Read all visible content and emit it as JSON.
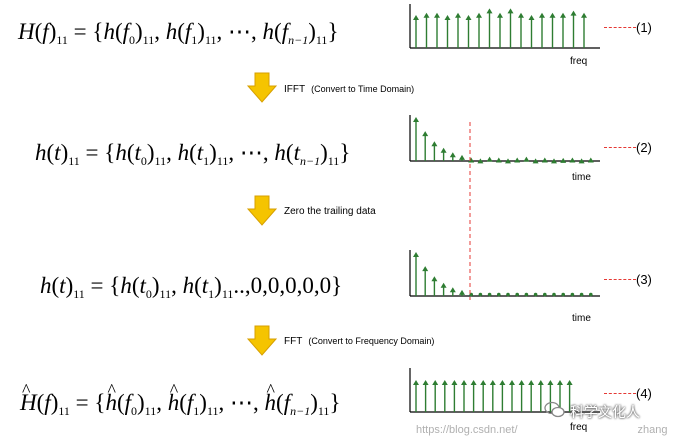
{
  "equations": {
    "eq1": {
      "lhs": "H",
      "lhs_arg": "f",
      "sub": "11",
      "elements": [
        {
          "fn": "h",
          "arg": "f",
          "arg_sub": "0"
        },
        {
          "fn": "h",
          "arg": "f",
          "arg_sub": "1"
        },
        {
          "fn": "h",
          "arg": "f",
          "arg_sub": "n−1"
        }
      ],
      "ellipsis": "⋯"
    },
    "eq2": {
      "lhs": "h",
      "lhs_arg": "t",
      "sub": "11",
      "elements": [
        {
          "fn": "h",
          "arg": "t",
          "arg_sub": "0"
        },
        {
          "fn": "h",
          "arg": "t",
          "arg_sub": "1"
        },
        {
          "fn": "h",
          "arg": "t",
          "arg_sub": "n−1"
        }
      ],
      "ellipsis": "⋯"
    },
    "eq3": {
      "lhs": "h",
      "lhs_arg": "t",
      "sub": "11",
      "elements": [
        {
          "fn": "h",
          "arg": "t",
          "arg_sub": "0"
        },
        {
          "fn": "h",
          "arg": "t",
          "arg_sub": "1"
        }
      ],
      "tail": "..,0,0,0,0,0"
    },
    "eq4": {
      "lhs": "H",
      "lhs_arg": "f",
      "sub": "11",
      "hat": "^",
      "elements": [
        {
          "fn": "h",
          "arg": "f",
          "arg_sub": "0"
        },
        {
          "fn": "h",
          "arg": "f",
          "arg_sub": "1"
        },
        {
          "fn": "h",
          "arg": "f",
          "arg_sub": "n−1"
        }
      ],
      "ellipsis": "⋯"
    }
  },
  "steps": [
    {
      "label": "IFFT",
      "paren": "(Convert to Time Domain)"
    },
    {
      "label": "Zero the trailing data",
      "paren": ""
    },
    {
      "label": "FFT",
      "paren": "(Convert to Frequency Domain)"
    }
  ],
  "charts": {
    "c1": {
      "axis_label": "freq",
      "ref": "(1)"
    },
    "c2": {
      "axis_label": "time",
      "ref": "(2)"
    },
    "c3": {
      "axis_label": "time",
      "ref": "(3)"
    },
    "c4": {
      "axis_label": "freq",
      "ref": "(4)"
    }
  },
  "chart_data": [
    {
      "type": "stem",
      "name": "H(f)11",
      "values": [
        0.75,
        0.8,
        0.8,
        0.75,
        0.8,
        0.75,
        0.8,
        0.9,
        0.8,
        0.9,
        0.8,
        0.75,
        0.8,
        0.8,
        0.8,
        0.85,
        0.8
      ]
    },
    {
      "type": "stem",
      "name": "h(t)11",
      "values": [
        1.0,
        0.68,
        0.45,
        0.3,
        0.2,
        0.14,
        0.08,
        0.06,
        0.1,
        0.08,
        0.06,
        0.08,
        0.1,
        0.06,
        0.08,
        0.06,
        0.07,
        0.08,
        0.06,
        0.08
      ]
    },
    {
      "type": "stem",
      "name": "h(t)11 zeroed",
      "values": [
        1.0,
        0.68,
        0.45,
        0.3,
        0.2,
        0.14,
        0,
        0,
        0,
        0,
        0,
        0,
        0,
        0,
        0,
        0,
        0,
        0,
        0,
        0
      ]
    },
    {
      "type": "stem",
      "name": "Ĥ(f)11",
      "values": [
        0.8,
        0.8,
        0.8,
        0.8,
        0.8,
        0.8,
        0.8,
        0.8,
        0.8,
        0.8,
        0.8,
        0.8,
        0.8,
        0.8,
        0.8,
        0.8,
        0.8
      ]
    }
  ],
  "colors": {
    "stem": "#2e7d32",
    "arrow_fill": "#f5c400",
    "arrow_edge": "#d79f00",
    "dash": "#e53935"
  },
  "watermark": {
    "url": "https://blog.csdn.net/",
    "brand": "科学文化人",
    "user": "zhang"
  }
}
